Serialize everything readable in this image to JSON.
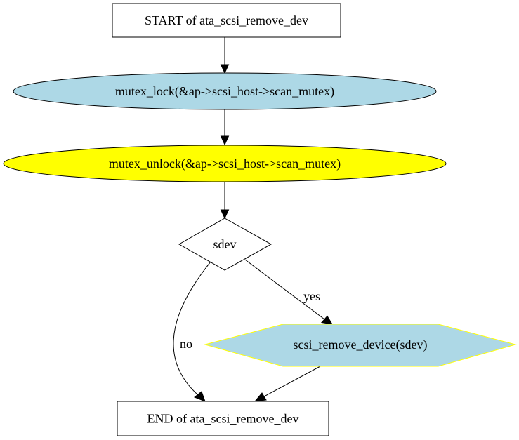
{
  "nodes": {
    "start": {
      "label": "START of ata_scsi_remove_dev",
      "shape": "box",
      "fill": "#ffffff",
      "stroke": "#000000"
    },
    "lock": {
      "label": "mutex_lock(&ap->scsi_host->scan_mutex)",
      "shape": "ellipse",
      "fill": "#add8e6",
      "stroke": "#000000"
    },
    "unlock": {
      "label": "mutex_unlock(&ap->scsi_host->scan_mutex)",
      "shape": "ellipse",
      "fill": "#ffff00",
      "stroke": "#000000"
    },
    "sdev": {
      "label": "sdev",
      "shape": "diamond",
      "fill": "#ffffff",
      "stroke": "#000000"
    },
    "remove": {
      "label": "scsi_remove_device(sdev)",
      "shape": "hexagon",
      "fill": "#add8e6",
      "stroke": "#ffff00"
    },
    "end": {
      "label": "END of ata_scsi_remove_dev",
      "shape": "box",
      "fill": "#ffffff",
      "stroke": "#000000"
    }
  },
  "edges": {
    "start_to_lock": {
      "from": "start",
      "to": "lock",
      "label": ""
    },
    "lock_to_unlock": {
      "from": "lock",
      "to": "unlock",
      "label": ""
    },
    "unlock_to_sdev": {
      "from": "unlock",
      "to": "sdev",
      "label": ""
    },
    "sdev_yes": {
      "from": "sdev",
      "to": "remove",
      "label": "yes"
    },
    "sdev_no": {
      "from": "sdev",
      "to": "end",
      "label": "no"
    },
    "remove_to_end": {
      "from": "remove",
      "to": "end",
      "label": ""
    }
  }
}
